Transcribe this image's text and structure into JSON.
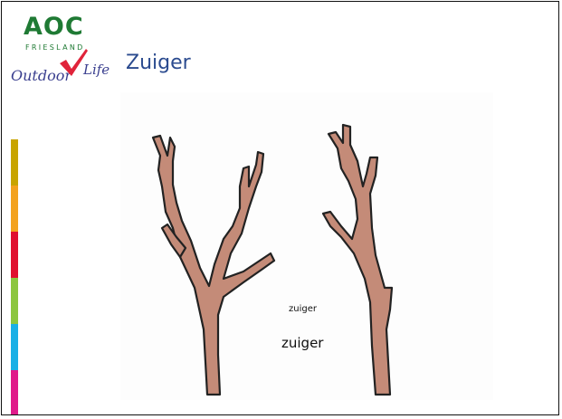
{
  "slide": {
    "title": "Zuiger",
    "logo": {
      "brand": "AOC",
      "region": "FRIESLAND",
      "tagline_left": "Outdoor",
      "tagline_right": "Life"
    },
    "color_bar": [
      "#c8a400",
      "#f3a21e",
      "#e0102f",
      "#8cc63f",
      "#1ab0e6",
      "#e01a8a"
    ]
  },
  "illustration": {
    "label_small": "zuiger",
    "label_large": "zuiger"
  }
}
